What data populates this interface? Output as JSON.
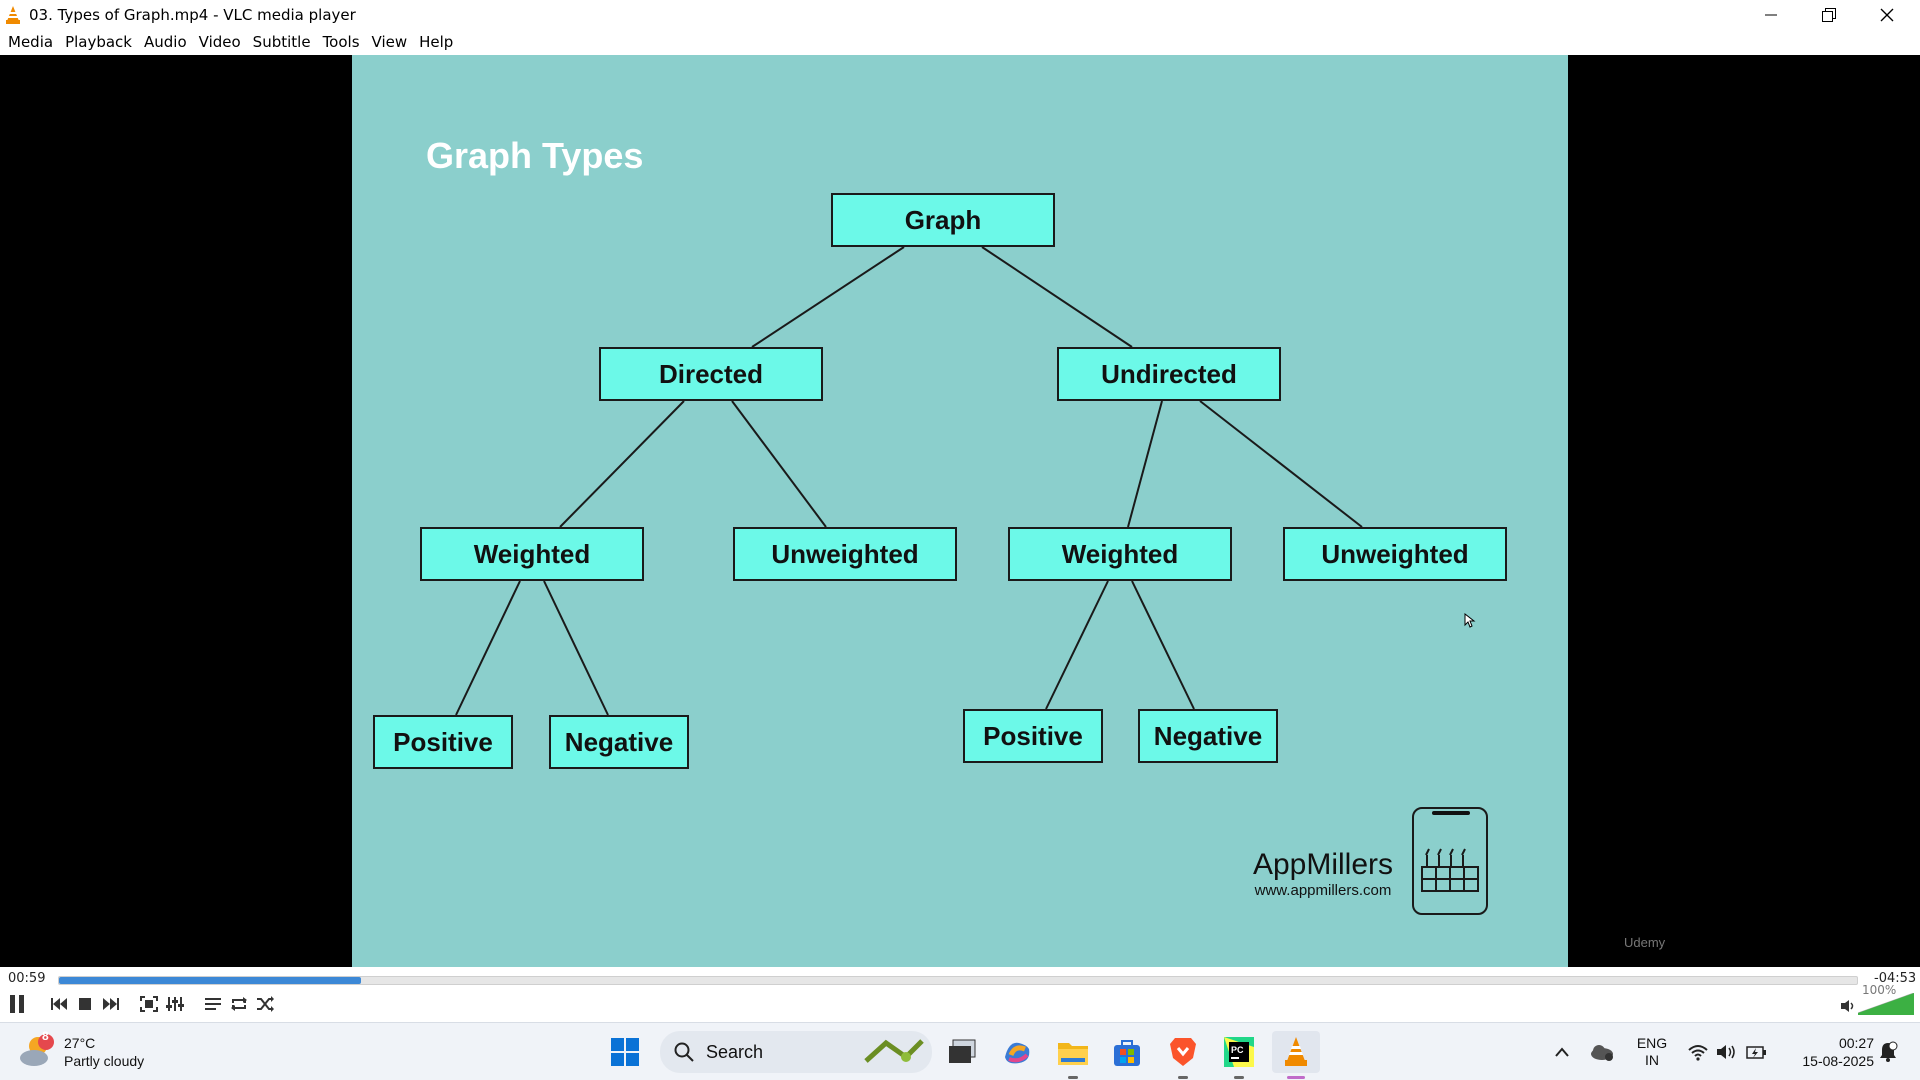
{
  "window": {
    "title": "03. Types of Graph.mp4 - VLC media player"
  },
  "menu": {
    "items": [
      "Media",
      "Playback",
      "Audio",
      "Video",
      "Subtitle",
      "Tools",
      "View",
      "Help"
    ]
  },
  "slide": {
    "title": "Graph Types",
    "root": "Graph",
    "directed": "Directed",
    "undirected": "Undirected",
    "d_weighted": "Weighted",
    "d_unweighted": "Unweighted",
    "u_weighted": "Weighted",
    "u_unweighted": "Unweighted",
    "d_positive": "Positive",
    "d_negative": "Negative",
    "u_positive": "Positive",
    "u_negative": "Negative",
    "brand_name": "AppMillers",
    "brand_url": "www.appmillers.com",
    "watermark": "Udemy"
  },
  "player": {
    "elapsed": "00:59",
    "remaining": "-04:53",
    "progress_fraction": 0.168,
    "volume": "100%",
    "volume_level": 1.0
  },
  "taskbar": {
    "weather_badge": "8",
    "temperature": "27°C",
    "weather_desc": "Partly cloudy",
    "search_label": "Search",
    "lang_line1": "ENG",
    "lang_line2": "IN",
    "clock_time": "00:27",
    "clock_date": "15-08-2025"
  },
  "colors": {
    "slide_bg": "#8bcfcc",
    "node_fill": "#6cf9e8",
    "seek_fill": "#3c88d6",
    "vlc_orange": "#f08a00"
  }
}
